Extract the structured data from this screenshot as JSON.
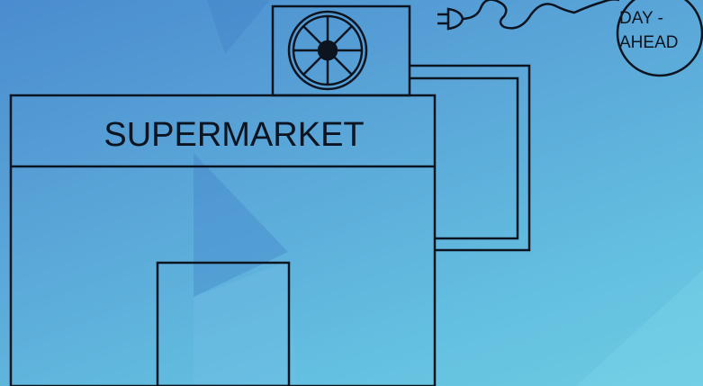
{
  "store": {
    "sign": "SUPERMARKET"
  },
  "market_tag": {
    "line1": "DAY -",
    "line2": "AHEAD"
  },
  "colors": {
    "background_start": "#4a8ccf",
    "background_end": "#6ccbe2",
    "stroke": "#0c1420"
  },
  "icons": [
    "fan-icon",
    "plug-icon"
  ]
}
